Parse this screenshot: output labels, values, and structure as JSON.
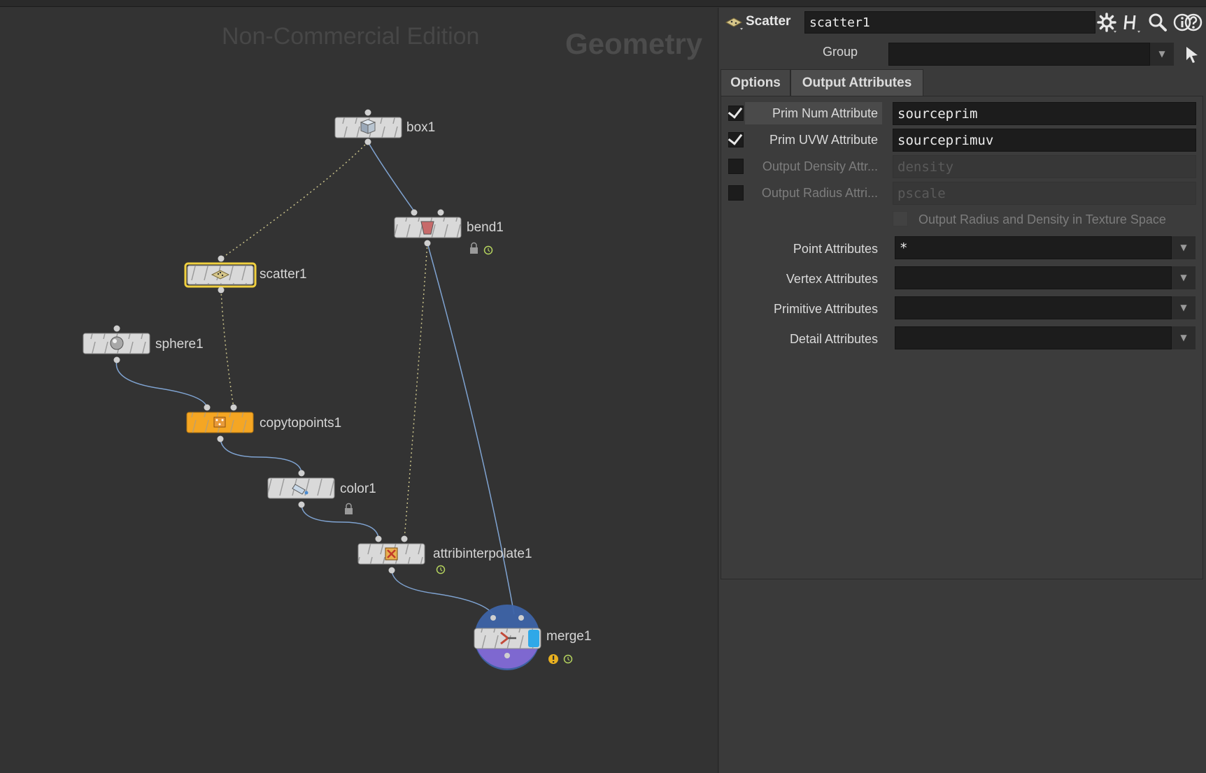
{
  "network": {
    "watermark_edition": "Non-Commercial Edition",
    "watermark_context": "Geometry",
    "nodes": [
      {
        "name": "box1",
        "icon": "box-icon"
      },
      {
        "name": "bend1",
        "icon": "bend-icon"
      },
      {
        "name": "scatter1",
        "icon": "scatter-icon",
        "selected": true
      },
      {
        "name": "sphere1",
        "icon": "sphere-icon"
      },
      {
        "name": "copytopoints1",
        "icon": "copy-to-points-icon",
        "display": true
      },
      {
        "name": "color1",
        "icon": "color-icon"
      },
      {
        "name": "attribinterpolate1",
        "icon": "attrib-interpolate-icon"
      },
      {
        "name": "merge1",
        "icon": "merge-icon"
      }
    ],
    "colors": {
      "selected_outline": "#f0d040",
      "display_flag": "#f5a623",
      "wire": "#7fa3d1",
      "dotted_wire": "#c9c28a"
    }
  },
  "params": {
    "op_type": "Scatter",
    "node_name": "scatter1",
    "header_icons": [
      "gear-icon",
      "houdini-help-icon",
      "search-icon",
      "info-icon",
      "help-icon"
    ],
    "group_label": "Group",
    "group_value": "",
    "tabs": [
      {
        "label": "Options",
        "active": false
      },
      {
        "label": "Output Attributes",
        "active": true
      }
    ],
    "toggles": [
      {
        "label": "Prim Num Attribute",
        "checked": true,
        "value": "sourceprim"
      },
      {
        "label": "Prim UVW Attribute",
        "checked": true,
        "value": "sourceprimuv"
      },
      {
        "label": "Output Density Attr...",
        "checked": false,
        "value": "density"
      },
      {
        "label": "Output Radius Attri...",
        "checked": false,
        "value": "pscale"
      }
    ],
    "texture_space_label": "Output Radius and Density in Texture Space",
    "attrib_rows": [
      {
        "label": "Point Attributes",
        "value": "*"
      },
      {
        "label": "Vertex Attributes",
        "value": ""
      },
      {
        "label": "Primitive Attributes",
        "value": ""
      },
      {
        "label": "Detail Attributes",
        "value": ""
      }
    ]
  }
}
